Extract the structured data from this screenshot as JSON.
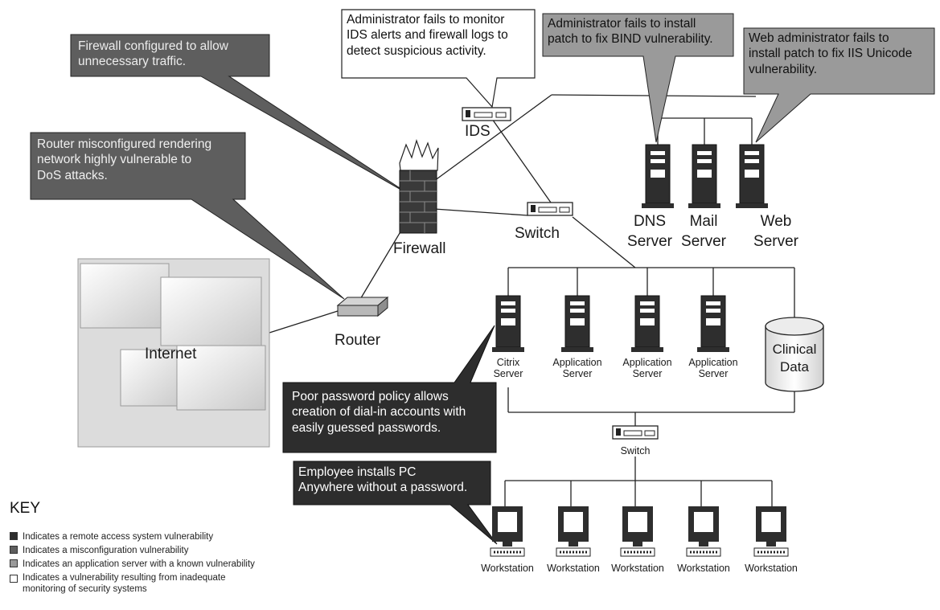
{
  "colors": {
    "remote_access": "#2d2d2d",
    "misconfiguration": "#5e5e5e",
    "application_vuln": "#9a9a9a",
    "monitoring": "#ffffff"
  },
  "callouts": {
    "firewall": "Firewall configured to allow\nunnecessary traffic.",
    "ids": "Administrator fails to monitor\nIDS alerts and firewall logs to\ndetect suspicious activity.",
    "bind": "Administrator fails to install\npatch to fix BIND vulnerability.",
    "iis": "Web administrator fails to\ninstall patch to fix IIS Unicode\nvulnerability.",
    "router": "Router misconfigured rendering\nnetwork highly vulnerable to\nDoS attacks.",
    "password": "Poor password policy allows\ncreation of dial-in accounts with\neasily guessed passwords.",
    "pcanywhere": "Employee installs PC\nAnywhere without a password."
  },
  "nodes": {
    "ids": "IDS",
    "firewall": "Firewall",
    "switch_top": "Switch",
    "dns": "DNS\nServer",
    "mail": "Mail\nServer",
    "web": "Web\nServer",
    "router": "Router",
    "internet": "Internet",
    "citrix": "Citrix\nServer",
    "app1": "Application\nServer",
    "app2": "Application\nServer",
    "app3": "Application\nServer",
    "clinical": "Clinical\nData",
    "switch_bottom": "Switch",
    "ws1": "Workstation",
    "ws2": "Workstation",
    "ws3": "Workstation",
    "ws4": "Workstation",
    "ws5": "Workstation"
  },
  "key": {
    "title": "KEY",
    "items": [
      "Indicates a remote access system vulnerability",
      "Indicates a misconfiguration vulnerability",
      "Indicates an application server with a known vulnerability",
      "Indicates a vulnerability resulting from inadequate\nmonitoring of security systems"
    ]
  }
}
